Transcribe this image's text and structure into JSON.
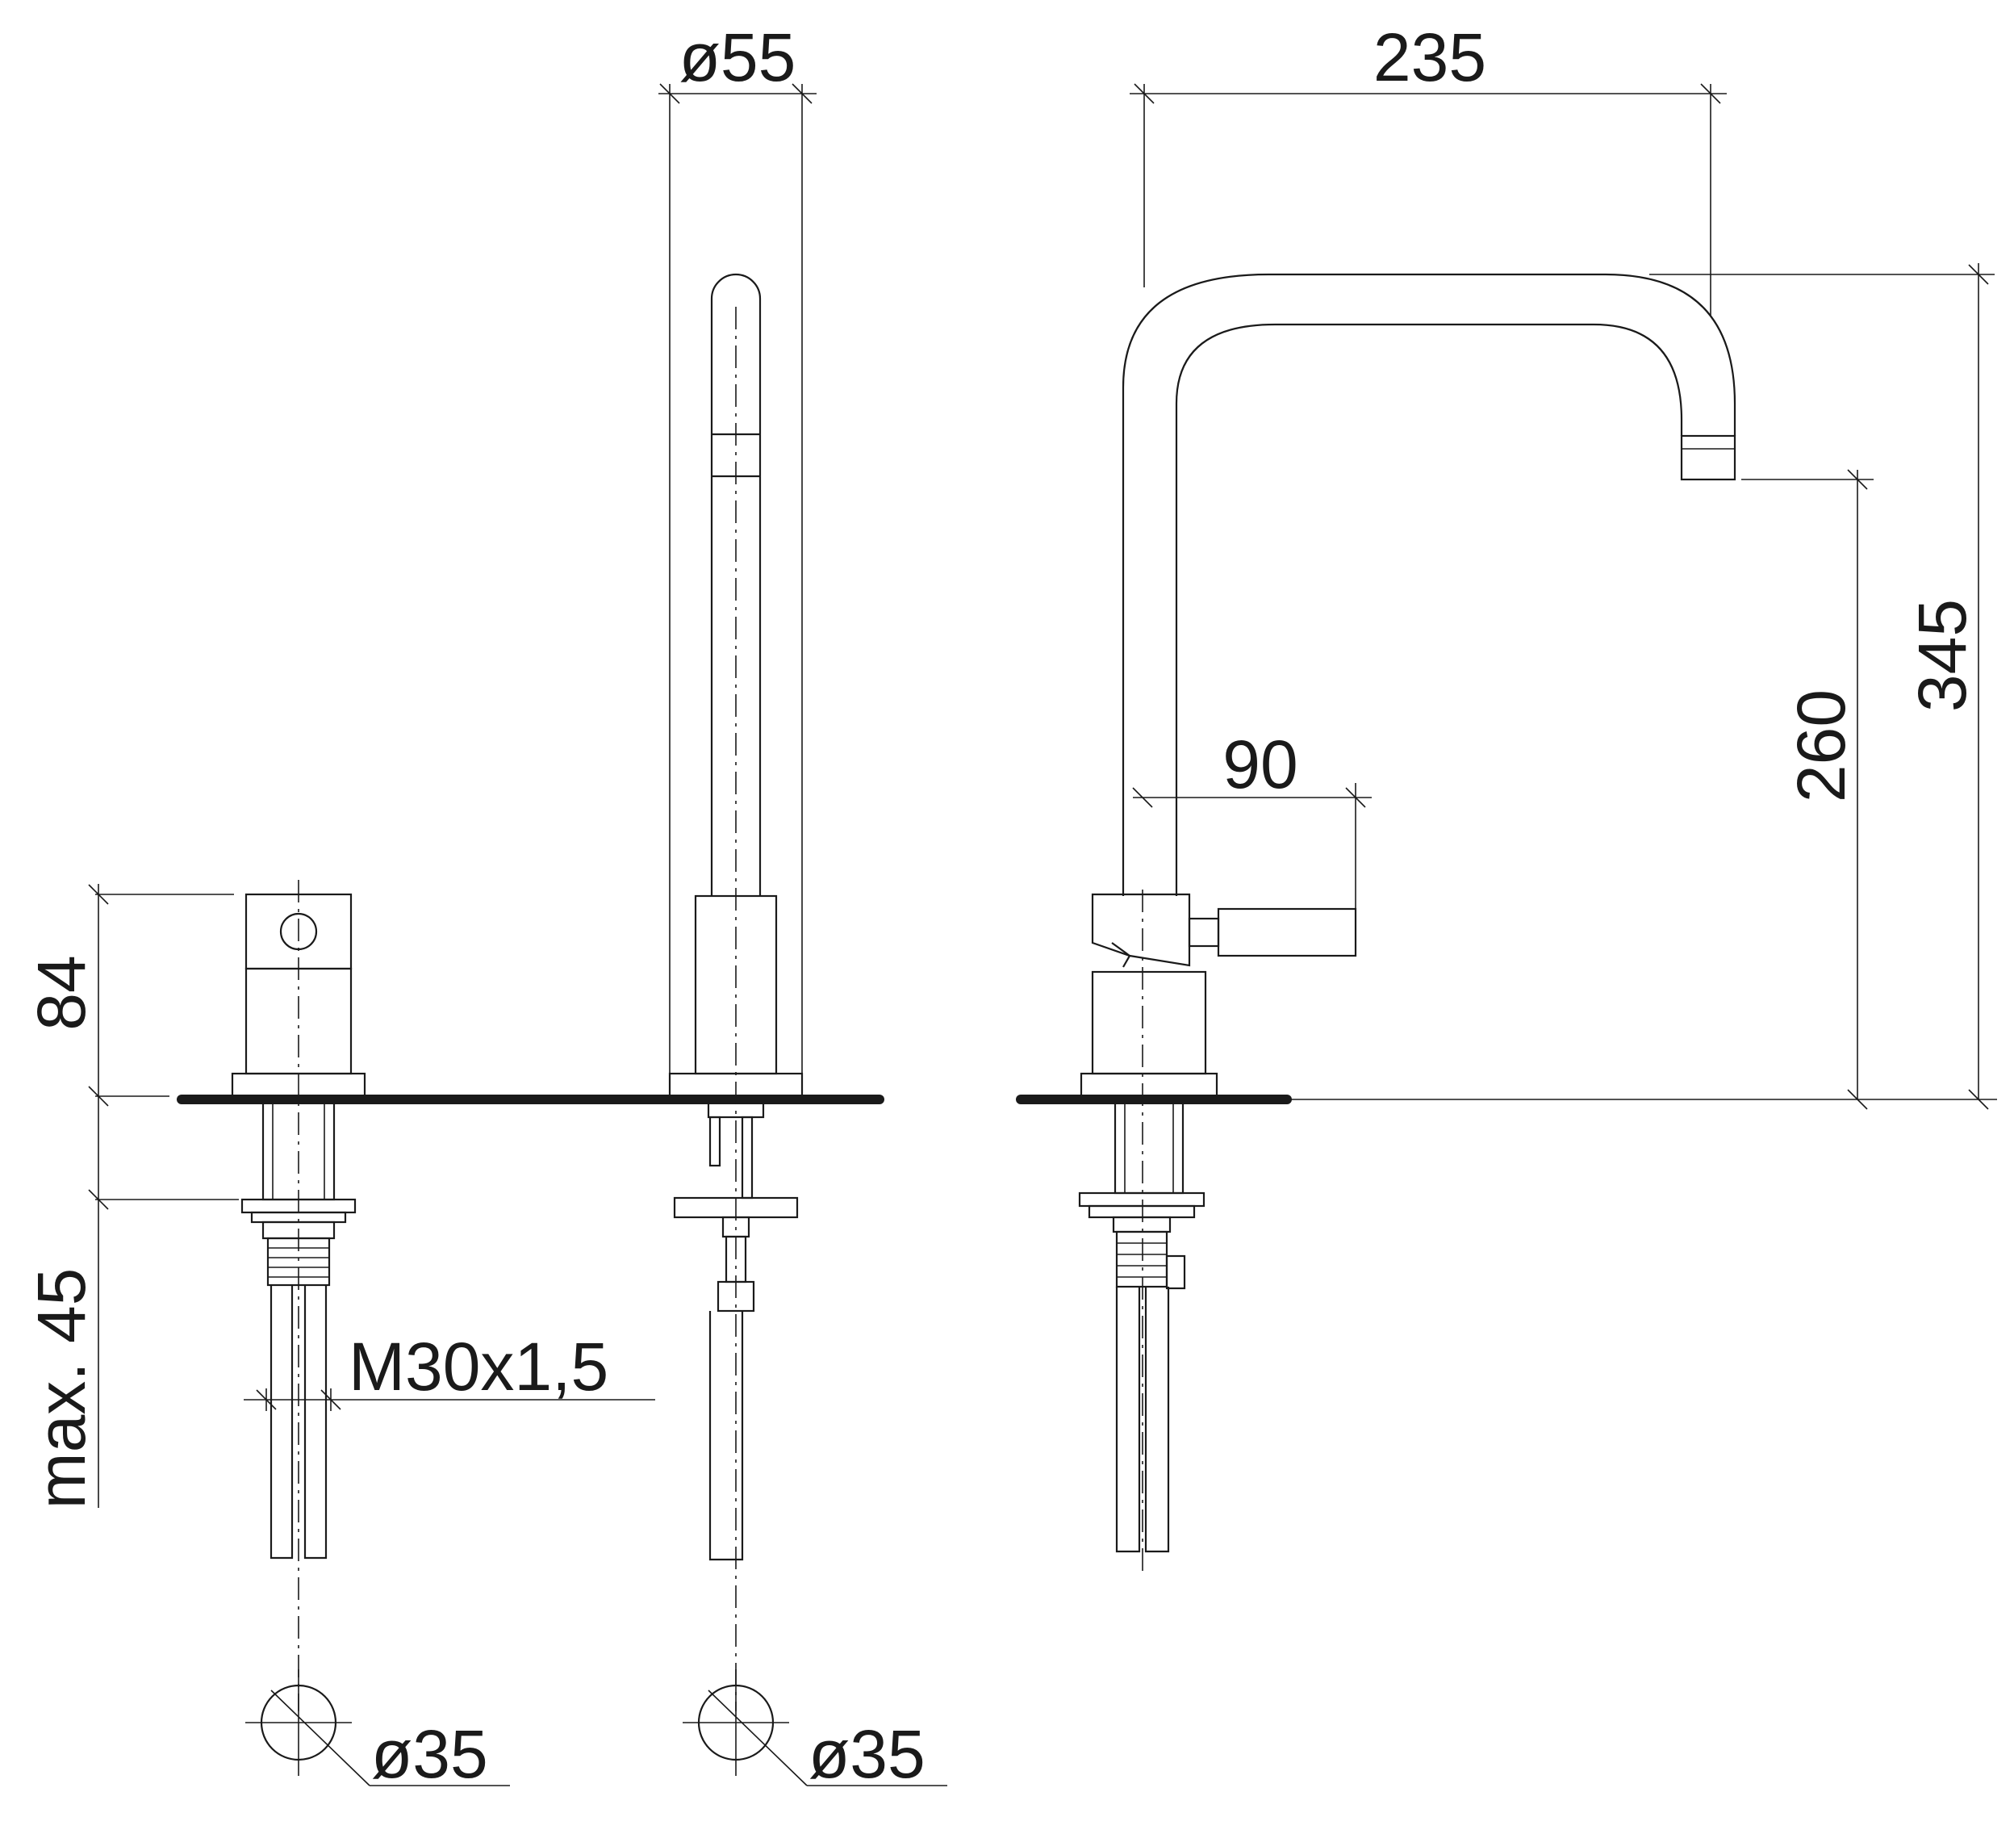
{
  "dimensions": {
    "mixer_height": "84",
    "max_thickness": "max. 45",
    "thread": "M30x1,5",
    "outlet_diameter": "ø55",
    "projection": "235",
    "lever_offset": "90",
    "spout_clearance": "260",
    "total_height": "345",
    "hole_left": "ø35",
    "hole_right": "ø35"
  },
  "colors": {
    "line": "#1a1a1a",
    "background": "#ffffff"
  }
}
